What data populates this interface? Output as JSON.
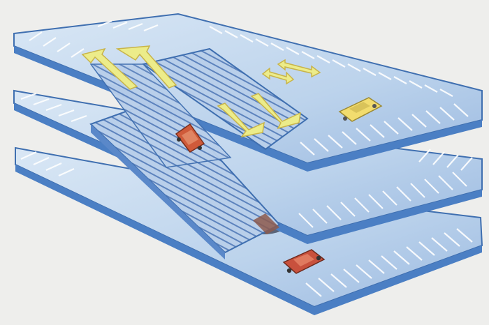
{
  "diagram": {
    "kind": "split-level parking garage illustration",
    "levels": 3,
    "ramps": 2,
    "vehicles": [
      {
        "color": "#f2dc6e",
        "position": "top-deck"
      },
      {
        "color": "#cf5a3a",
        "position": "upper-ramp"
      },
      {
        "color": "#8d5a4e",
        "position": "middle-ramp-shadow"
      },
      {
        "color": "#c8513d",
        "position": "bottom-deck"
      }
    ],
    "arrow_count": 6,
    "colors": {
      "background": "#eeeeec",
      "deck": "#c6d9ee",
      "deck_dark": "#8fb0da",
      "edge": "#3f6fb0",
      "stripe": "#ffffff",
      "arrow": "#ecec8a",
      "arrow_outline": "#c8b44a"
    }
  }
}
